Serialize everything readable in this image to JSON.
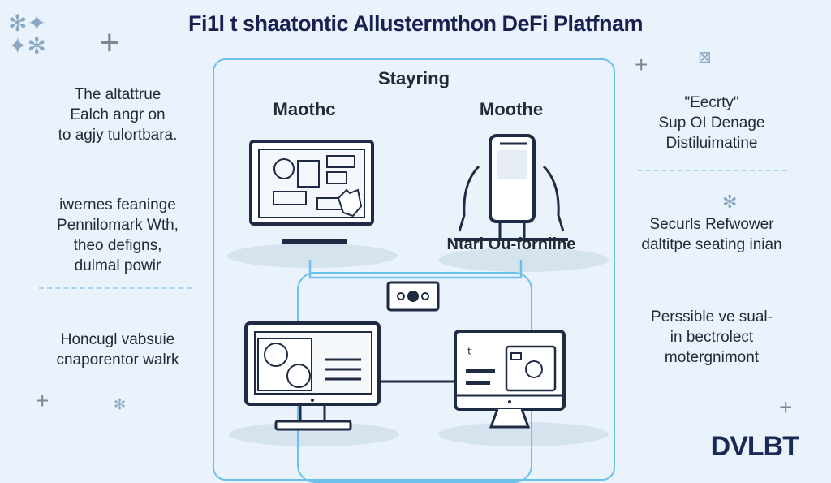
{
  "title": "Fi1l t shaatontic Allustermthon DeFi Platfnam",
  "center": {
    "heading": "Stayring",
    "left_label": "Maothc",
    "right_label": "Moothe",
    "caption": "Ntari Ou-fornline"
  },
  "left_panel": {
    "block1": [
      "The altattrue",
      "Ealch angr on",
      "to agjy tulortbara."
    ],
    "block2": [
      "iwernes feaninge",
      "Pennilomark Wth,",
      "theo defigns,",
      "dulmal powir"
    ],
    "block3": [
      "Honcugl vabsuie",
      "cnaporentor walrk"
    ]
  },
  "right_panel": {
    "block1": [
      "\"Eecrty\"",
      "Sup OI Denage",
      "Distiluimatine"
    ],
    "block2": [
      "Securls Refwower",
      "daltitpe seating inian"
    ],
    "block3": [
      "Perssible ve sual-",
      "in bectrolect",
      "motergnimont"
    ]
  },
  "logo": "DVLBT",
  "colors": {
    "background": "#eaf3fb",
    "accent": "#6cc0ec",
    "ink": "#1a2050"
  }
}
